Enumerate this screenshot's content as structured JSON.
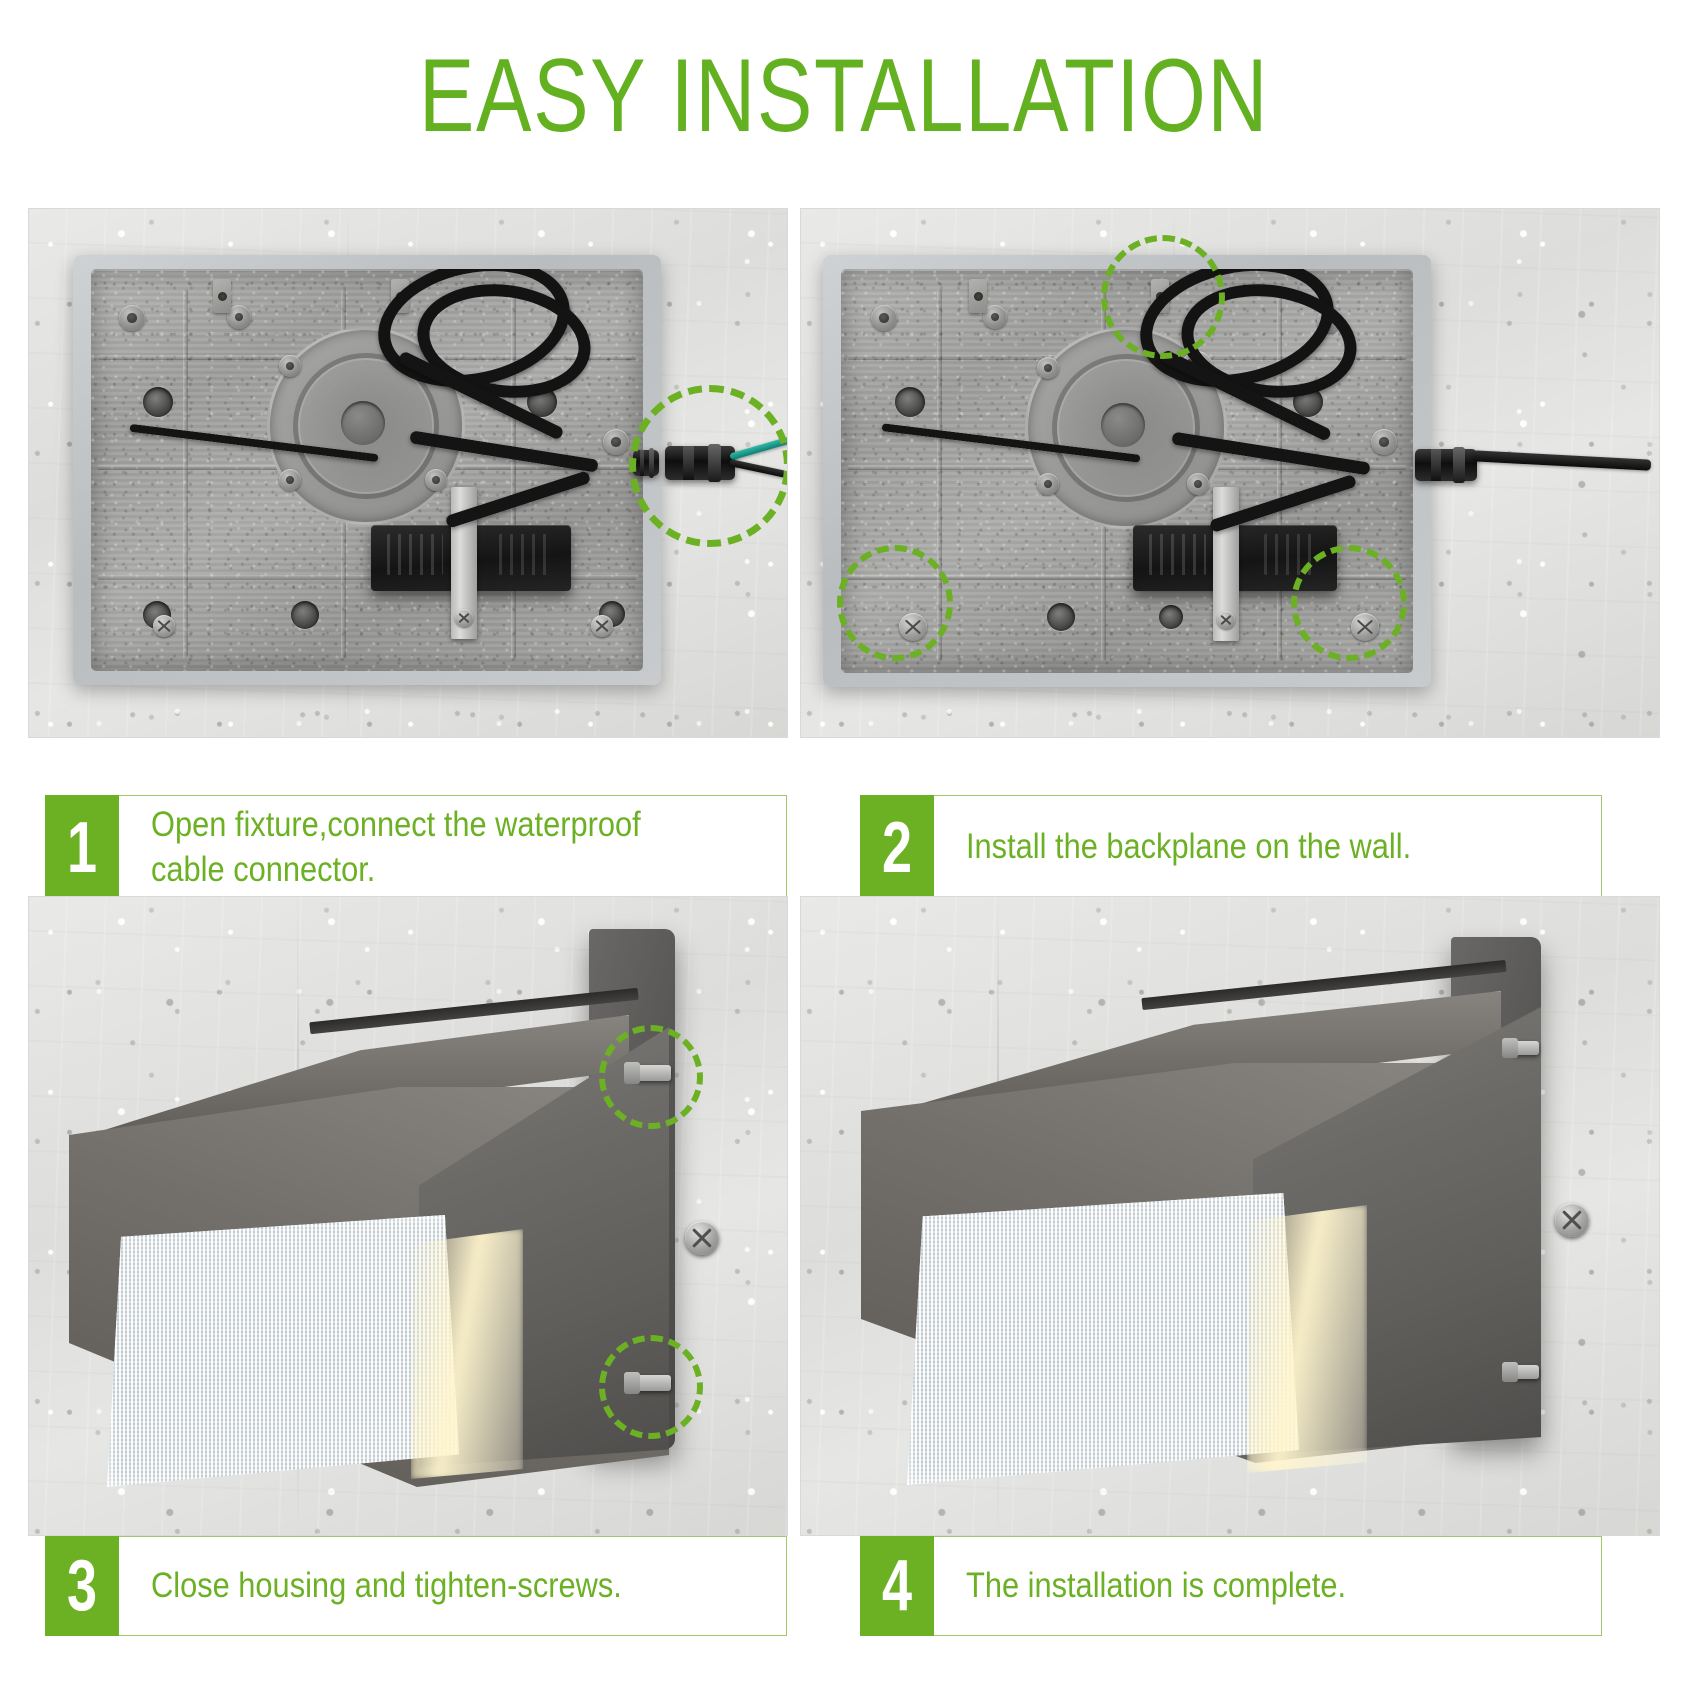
{
  "page": {
    "title": "EASY INSTALLATION",
    "accent_green": "#6cb024",
    "border_green": "#9dc96a",
    "background": "#ffffff",
    "highlight_ring_color": "#6cb024"
  },
  "steps": [
    {
      "number": "1",
      "text": "Open fixture,connect the waterproof\ncable connector.",
      "photo_alt": "fixture-backplane-with-waterproof-cable-connector",
      "highlights": 1
    },
    {
      "number": "2",
      "text": "Install the backplane on the wall.",
      "photo_alt": "backplane-mounted-on-wall-with-screws",
      "highlights": 3
    },
    {
      "number": "3",
      "text": "Close housing and tighten-screws.",
      "photo_alt": "wall-pack-housing-closed-with-side-screws",
      "highlights": 2
    },
    {
      "number": "4",
      "text": "The installation is complete.",
      "photo_alt": "installed-led-wall-pack-light-complete",
      "highlights": 0
    }
  ]
}
